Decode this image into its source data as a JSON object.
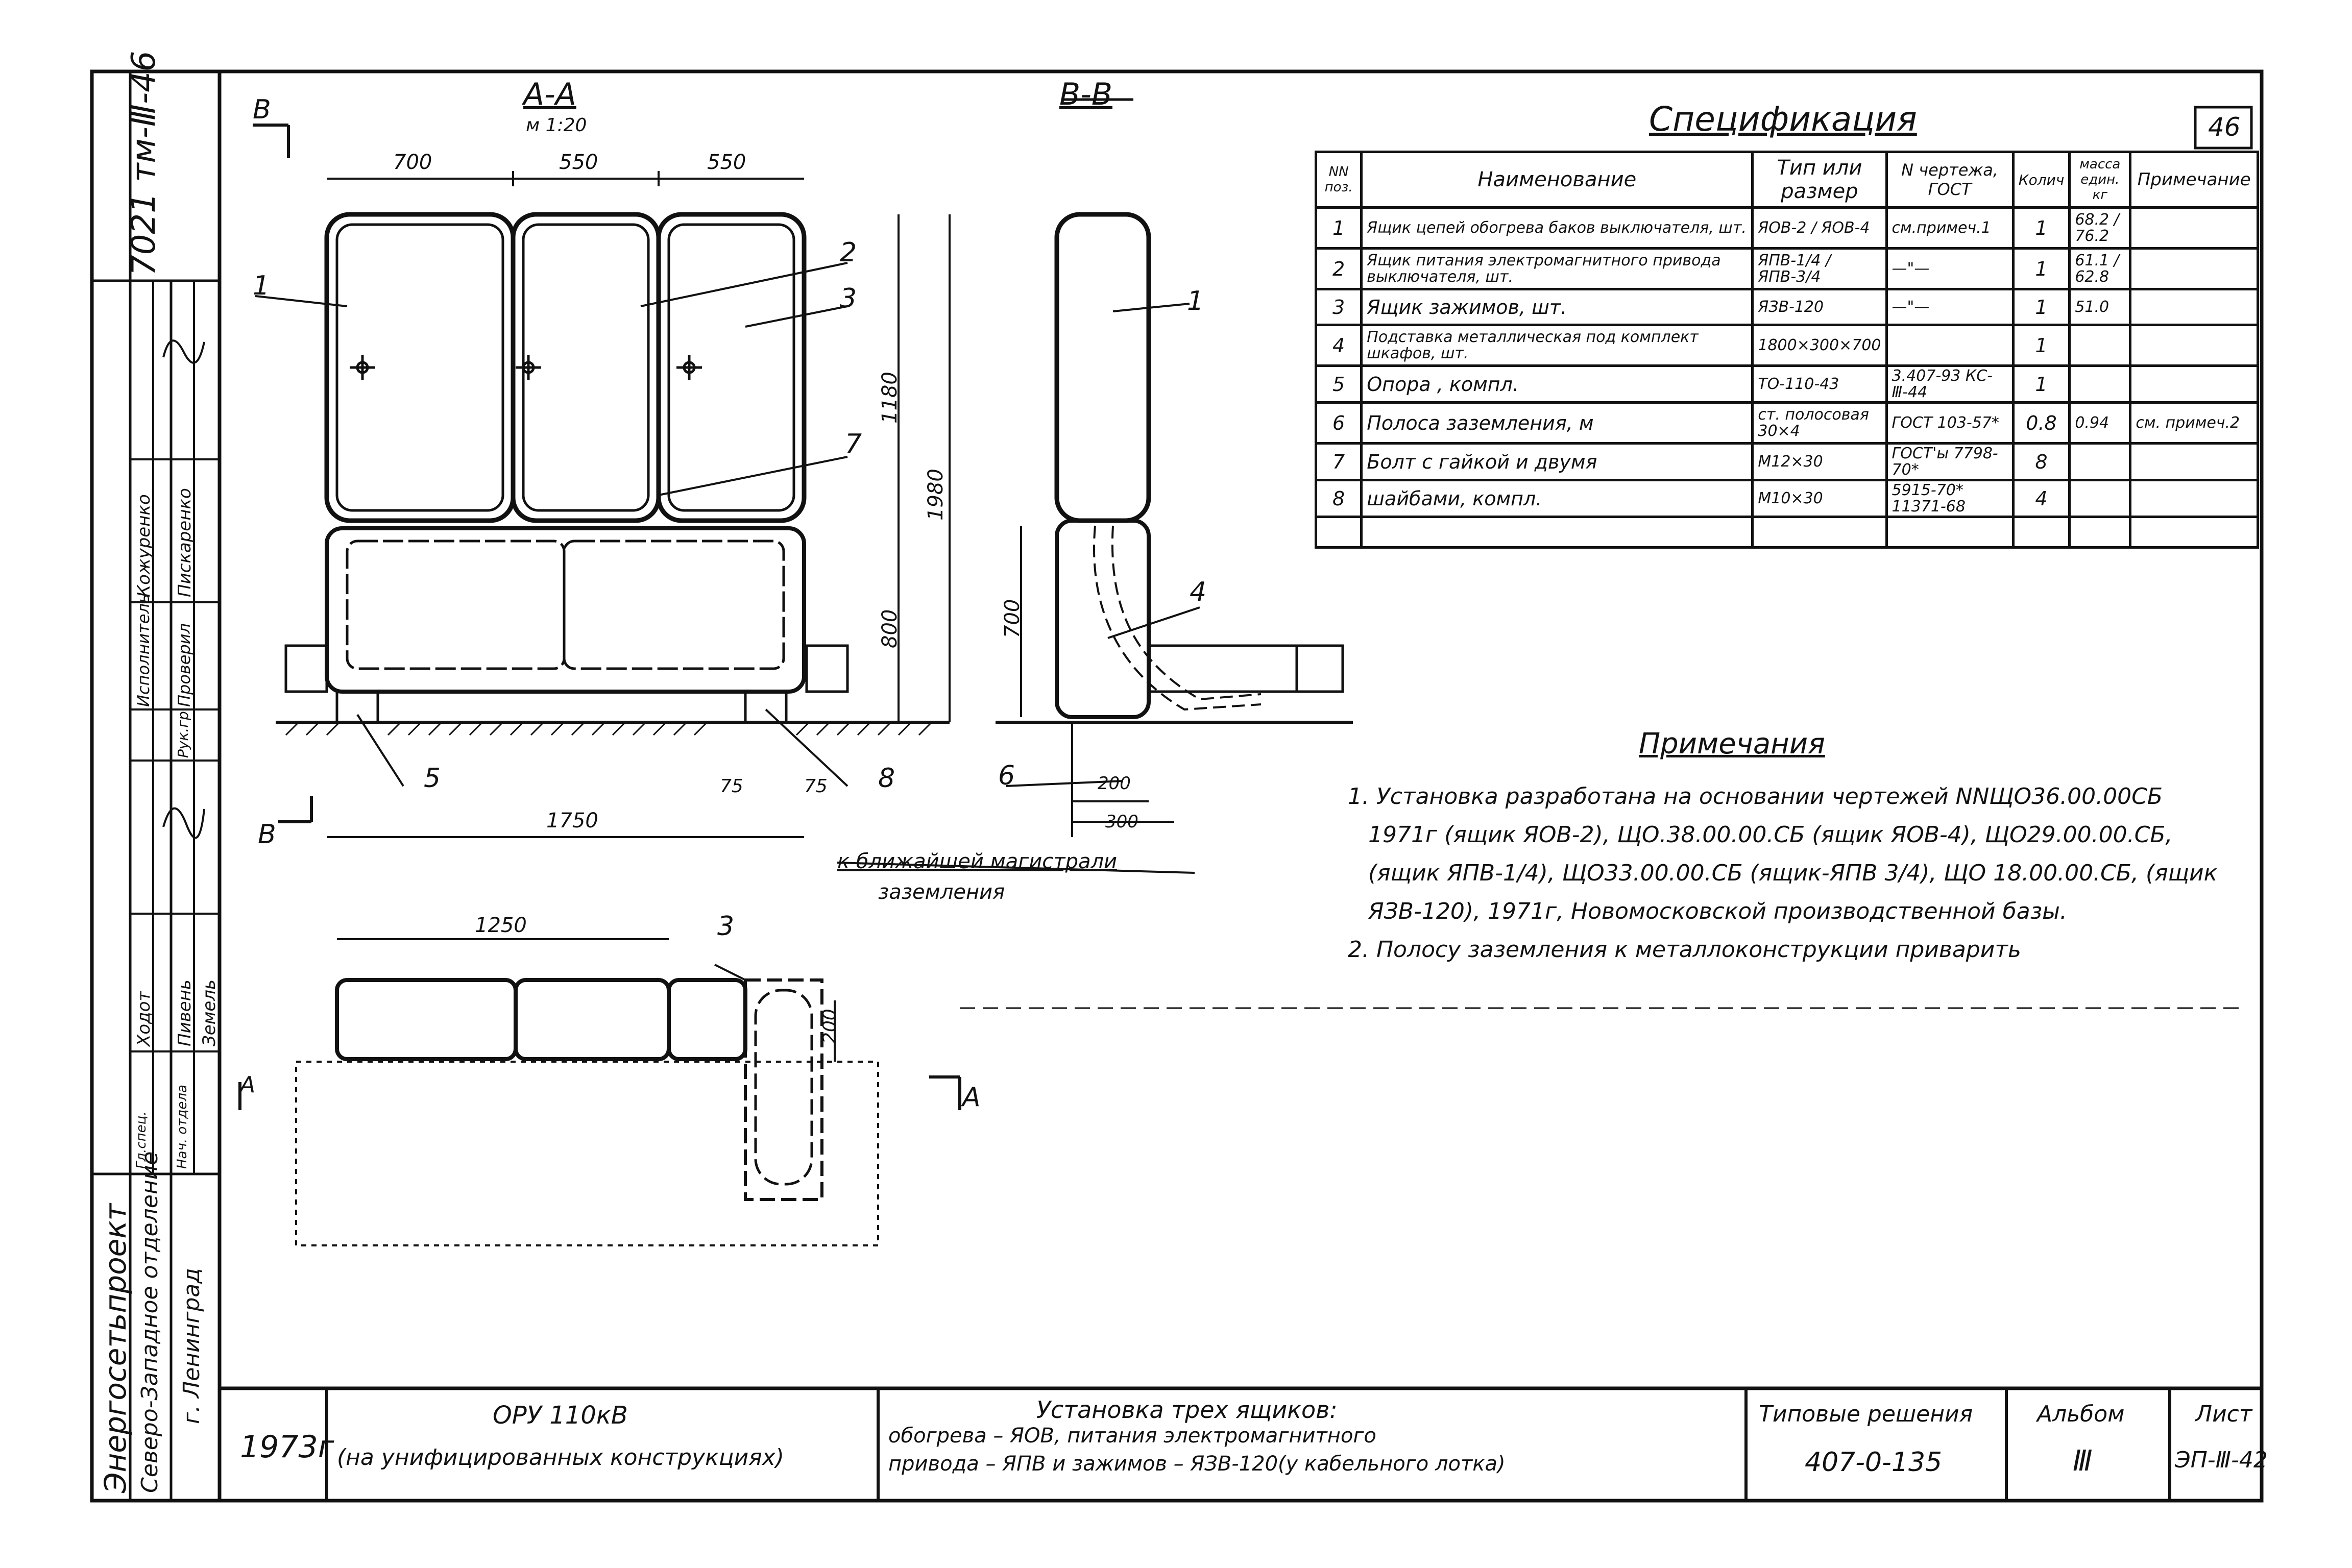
{
  "sheet_number_top": "46",
  "archive_code": "7021 тм-Ⅲ-46",
  "section_labels": {
    "aa": "А-А",
    "aa_scale": "м 1:20",
    "bb": "В-В",
    "b_left": "В",
    "b_bottom": "В",
    "a_left": "А",
    "a_right": "А"
  },
  "dimensions": {
    "d700": "700",
    "d550a": "550",
    "d550b": "550",
    "d1180": "1180",
    "d1980": "1980",
    "d800": "800",
    "d1750": "1750",
    "d75a": "75",
    "d75b": "75",
    "d700v": "700",
    "d200": "200",
    "d300": "300",
    "d1250": "1250",
    "d200p": "200"
  },
  "callouts": [
    "1",
    "2",
    "3",
    "7",
    "5",
    "8",
    "1",
    "4",
    "6",
    "3"
  ],
  "ground_note": [
    "к ближайшей магистрали",
    "заземления"
  ],
  "spec": {
    "title": "Спецификация",
    "headers": {
      "num": "NN поз.",
      "name": "Наименование",
      "type": "Тип или размер",
      "drawing": "N чертежа, ГОСТ",
      "qty": "Колич",
      "mass": "масса един. кг",
      "note": "Примечание"
    },
    "rows": [
      {
        "num": "1",
        "name": "Ящик цепей обогрева баков выключателя,  шт.",
        "type": "ЯОВ-2 / ЯОВ-4",
        "drawing": "см.примеч.1",
        "qty": "1",
        "mass": "68.2 / 76.2",
        "note": ""
      },
      {
        "num": "2",
        "name": "Ящик питания электромагнитного привода выключателя, шт.",
        "type": "ЯПВ-1/4 / ЯПВ-3/4",
        "drawing": "—\"—",
        "qty": "1",
        "mass": "61.1 / 62.8",
        "note": ""
      },
      {
        "num": "3",
        "name": "Ящик зажимов,  шт.",
        "type": "ЯЗВ-120",
        "drawing": "—\"—",
        "qty": "1",
        "mass": "51.0",
        "note": ""
      },
      {
        "num": "4",
        "name": "Подставка металлическая под комплект шкафов,  шт.",
        "type": "1800×300×700",
        "drawing": "",
        "qty": "1",
        "mass": "",
        "note": ""
      },
      {
        "num": "5",
        "name": "Опора ,  компл.",
        "type": "ТО-110-43",
        "drawing": "3.407-93 КС-Ⅲ-44",
        "qty": "1",
        "mass": "",
        "note": ""
      },
      {
        "num": "6",
        "name": "Полоса заземления,  м",
        "type": "ст. полосовая 30×4",
        "drawing": "ГОСТ 103-57*",
        "qty": "0.8",
        "mass": "0.94",
        "note": "см. примеч.2"
      },
      {
        "num": "7",
        "name": "Болт с гайкой и двумя",
        "type": "М12×30",
        "drawing": "ГОСТ'ы 7798-70*",
        "qty": "8",
        "mass": "",
        "note": ""
      },
      {
        "num": "8",
        "name": "шайбами,  компл.",
        "type": "М10×30",
        "drawing": "5915-70* 11371-68",
        "qty": "4",
        "mass": "",
        "note": ""
      },
      {
        "num": "",
        "name": "",
        "type": "",
        "drawing": "",
        "qty": "",
        "mass": "",
        "note": ""
      }
    ]
  },
  "notes": {
    "title": "Примечания",
    "lines": [
      "1. Установка   разработана на основании чертежей NNЩО36.00.00СБ",
      "1971г (ящик ЯОВ-2), ЩО.38.00.00.СБ  (ящик ЯОВ-4), ЩО29.00.00.СБ,",
      "(ящик ЯПВ-1/4), ЩО33.00.00.СБ   (ящик-ЯПВ 3/4), ЩО 18.00.00.СБ, (ящик",
      "ЯЗВ-120), 1971г, Новомосковской производственной базы.",
      "2. Полосу заземления  к металлоконструкции приварить"
    ]
  },
  "stamp": {
    "org": "Энергосетьпроект",
    "dept": "Северо-Западное отделение",
    "city": "г. Ленинград",
    "roles": [
      "Исполнитель",
      "Проверил",
      "Рук.гр.",
      "Гл.спец.",
      "Нач. отдела"
    ],
    "names": [
      "Кожуренко",
      "Пискаренко",
      "",
      "Ходот",
      "Пивень",
      "Земель"
    ],
    "year": "1973г",
    "project": "ОРУ 110кВ",
    "project_sub": "(на унифицированных конструкциях)",
    "title_l1": "Установка    трех    ящиков:",
    "title_l2": "обогрева – ЯОВ,  питания   электромагнитного",
    "title_l3": "привода – ЯПВ  и  зажимов  – ЯЗВ-120(у кабельного лотка)",
    "series_label": "Типовые решения",
    "series_value": "407-0-135",
    "album_label": "Альбом",
    "album_value": "Ⅲ",
    "sheet_label": "Лист",
    "sheet_value": "ЭП-Ⅲ-42"
  }
}
